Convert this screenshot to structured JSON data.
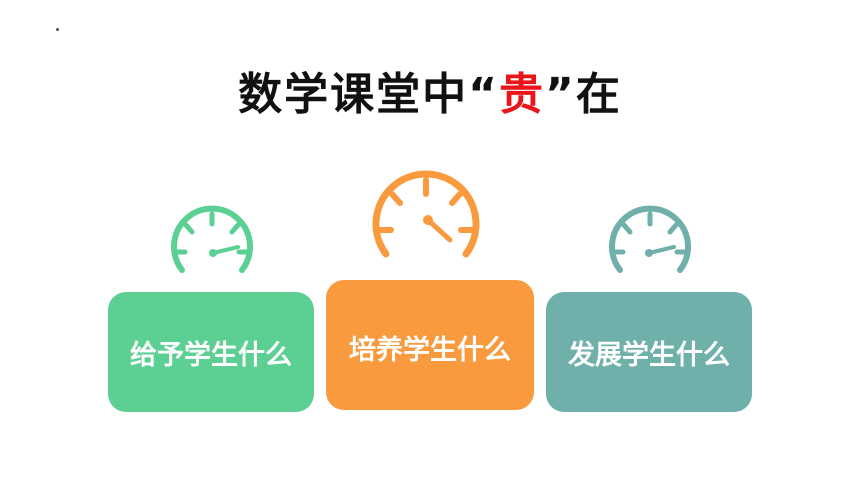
{
  "title": {
    "before": "数学课堂中“",
    "highlight": "贵",
    "after": "”在"
  },
  "cards": [
    {
      "label": "给予学生什么",
      "color": "#5ccf93",
      "gauge_color": "#5ccf93"
    },
    {
      "label": "培养学生什么",
      "color": "#f99a3f",
      "gauge_color": "#f99a3f"
    },
    {
      "label": "发展学生什么",
      "color": "#6fb0ab",
      "gauge_color": "#6fb0ab"
    }
  ],
  "colors": {
    "title": "#111111",
    "highlight": "#e8151b",
    "background": "#ffffff"
  },
  "icons": [
    "speedometer-icon",
    "speedometer-icon",
    "speedometer-icon"
  ]
}
